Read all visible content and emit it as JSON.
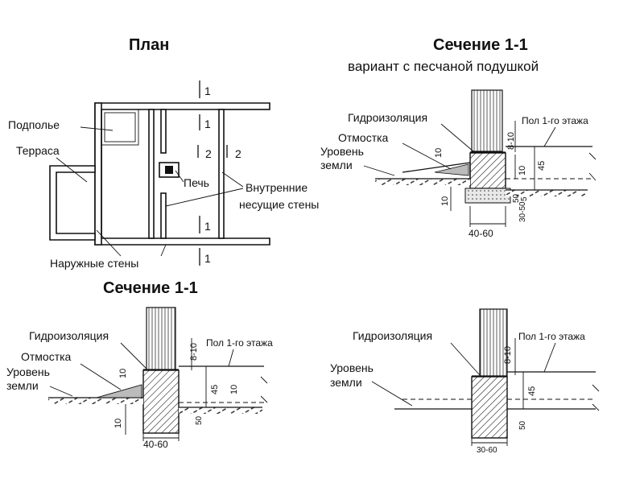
{
  "plan": {
    "title": "План",
    "labels": {
      "podpolye": "Подполье",
      "terrasa": "Терраса",
      "pech": "Печь",
      "inner_walls_1": "Внутренние",
      "inner_walls_2": "несущие стены",
      "outer_walls": "Наружные стены",
      "mark1": "1",
      "mark2": "2"
    }
  },
  "section_top_right": {
    "title": "Сечение 1-1",
    "subtitle": "вариант с песчаной подушкой",
    "labels": {
      "waterproof": "Гидроизоляция",
      "otmostka": "Отмостка",
      "ground_1": "Уровень",
      "ground_2": "земли",
      "floor": "Пол 1-го этажа"
    },
    "dims": {
      "d8_10": "8-10",
      "d10a": "10",
      "d10b": "10",
      "d45": "45",
      "d10c": "10",
      "d5": "5",
      "d50": "50",
      "d30_50": "30-50",
      "d40_60": "40-60"
    }
  },
  "section_bottom_left": {
    "title": "Сечение 1-1",
    "labels": {
      "waterproof": "Гидроизоляция",
      "otmostka": "Отмостка",
      "ground_1": "Уровень",
      "ground_2": "земли",
      "floor": "Пол 1-го этажа"
    },
    "dims": {
      "d8_10": "8-10",
      "d10a": "10",
      "d45": "45",
      "d10b": "10",
      "d10c": "10",
      "d50": "50",
      "d40_60": "40-60"
    }
  },
  "section_bottom_right": {
    "labels": {
      "waterproof": "Гидроизоляция",
      "ground_1": "Уровень",
      "ground_2": "земли",
      "floor": "Пол 1-го этажа"
    },
    "dims": {
      "d8_10": "8-10",
      "d45": "45",
      "d50": "50",
      "d30_60": "30-60"
    }
  }
}
